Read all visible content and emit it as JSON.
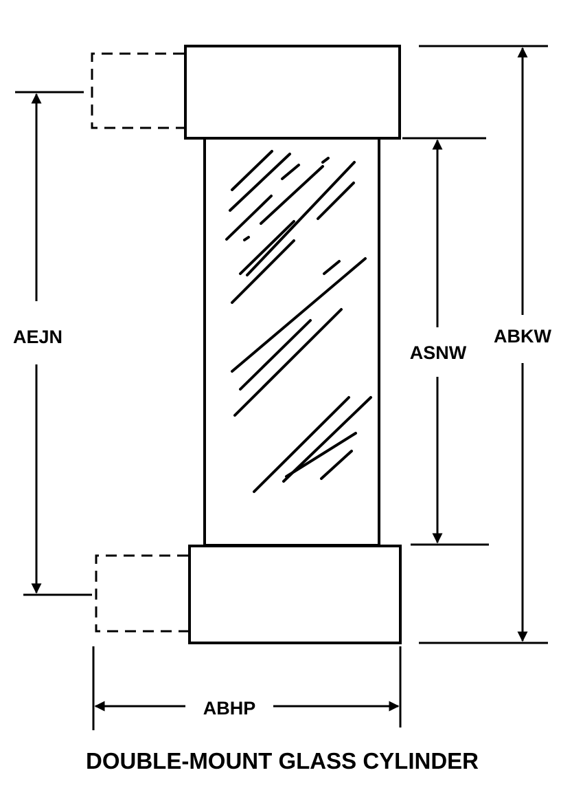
{
  "diagram": {
    "caption": "DOUBLE-MOUNT GLASS CYLINDER",
    "dimensions": {
      "mount_offset": "AEJN",
      "cylinder_length": "ASNW",
      "overall_length": "ABKW",
      "mount_width": "ABHP"
    }
  }
}
